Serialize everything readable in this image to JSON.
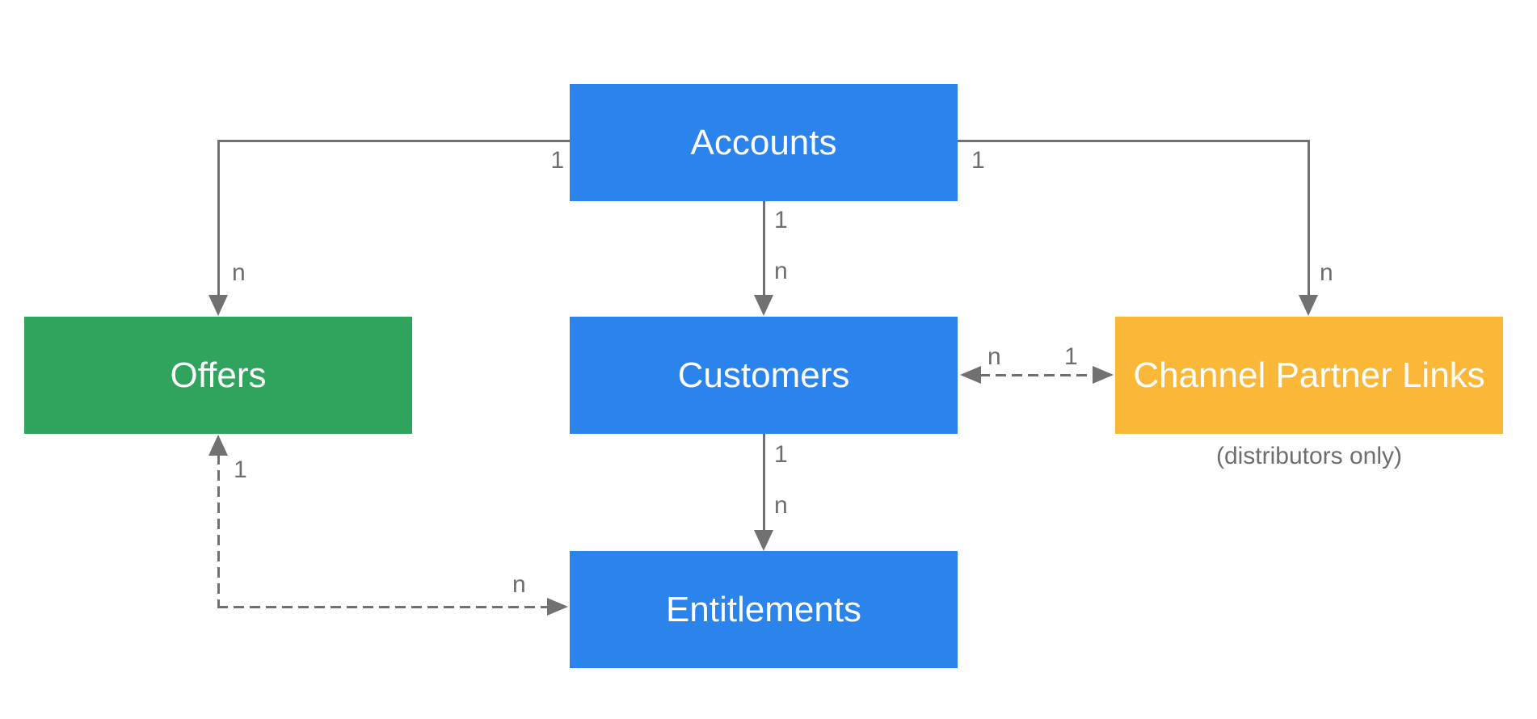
{
  "diagram": {
    "background": "#ffffff",
    "line_color": "#717171",
    "label_color": "#6e6e6e"
  },
  "nodes": [
    {
      "id": "accounts",
      "label": "Accounts",
      "color": "#2b84ec",
      "text_color": "#ffffff"
    },
    {
      "id": "offers",
      "label": "Offers",
      "color": "#2fa45c",
      "text_color": "#ffffff"
    },
    {
      "id": "customers",
      "label": "Customers",
      "color": "#2b84ec",
      "text_color": "#ffffff"
    },
    {
      "id": "channel-partner-links",
      "label": "Channel Partner Links",
      "color": "#fbb738",
      "text_color": "#ffffff"
    },
    {
      "id": "entitlements",
      "label": "Entitlements",
      "color": "#2b84ec",
      "text_color": "#ffffff"
    }
  ],
  "annotations": [
    {
      "id": "distributors-note",
      "text": "(distributors only)",
      "attached_to": "channel-partner-links"
    }
  ],
  "edges": [
    {
      "id": "accounts-offers",
      "from": "Accounts",
      "to": "Offers",
      "style": "solid",
      "from_label": "1",
      "to_label": "n"
    },
    {
      "id": "accounts-customers",
      "from": "Accounts",
      "to": "Customers",
      "style": "solid",
      "from_label": "1",
      "to_label": "n"
    },
    {
      "id": "accounts-cpl",
      "from": "Accounts",
      "to": "Channel Partner Links",
      "style": "solid",
      "from_label": "1",
      "to_label": "n"
    },
    {
      "id": "customers-cpl",
      "from": "Customers",
      "to": "Channel Partner Links",
      "style": "dashed",
      "from_label": "n",
      "to_label": "1"
    },
    {
      "id": "customers-entitlements",
      "from": "Customers",
      "to": "Entitlements",
      "style": "solid",
      "from_label": "1",
      "to_label": "n"
    },
    {
      "id": "offers-entitlements",
      "from": "Offers",
      "to": "Entitlements",
      "style": "dashed",
      "from_label": "1",
      "to_label": "n"
    }
  ]
}
